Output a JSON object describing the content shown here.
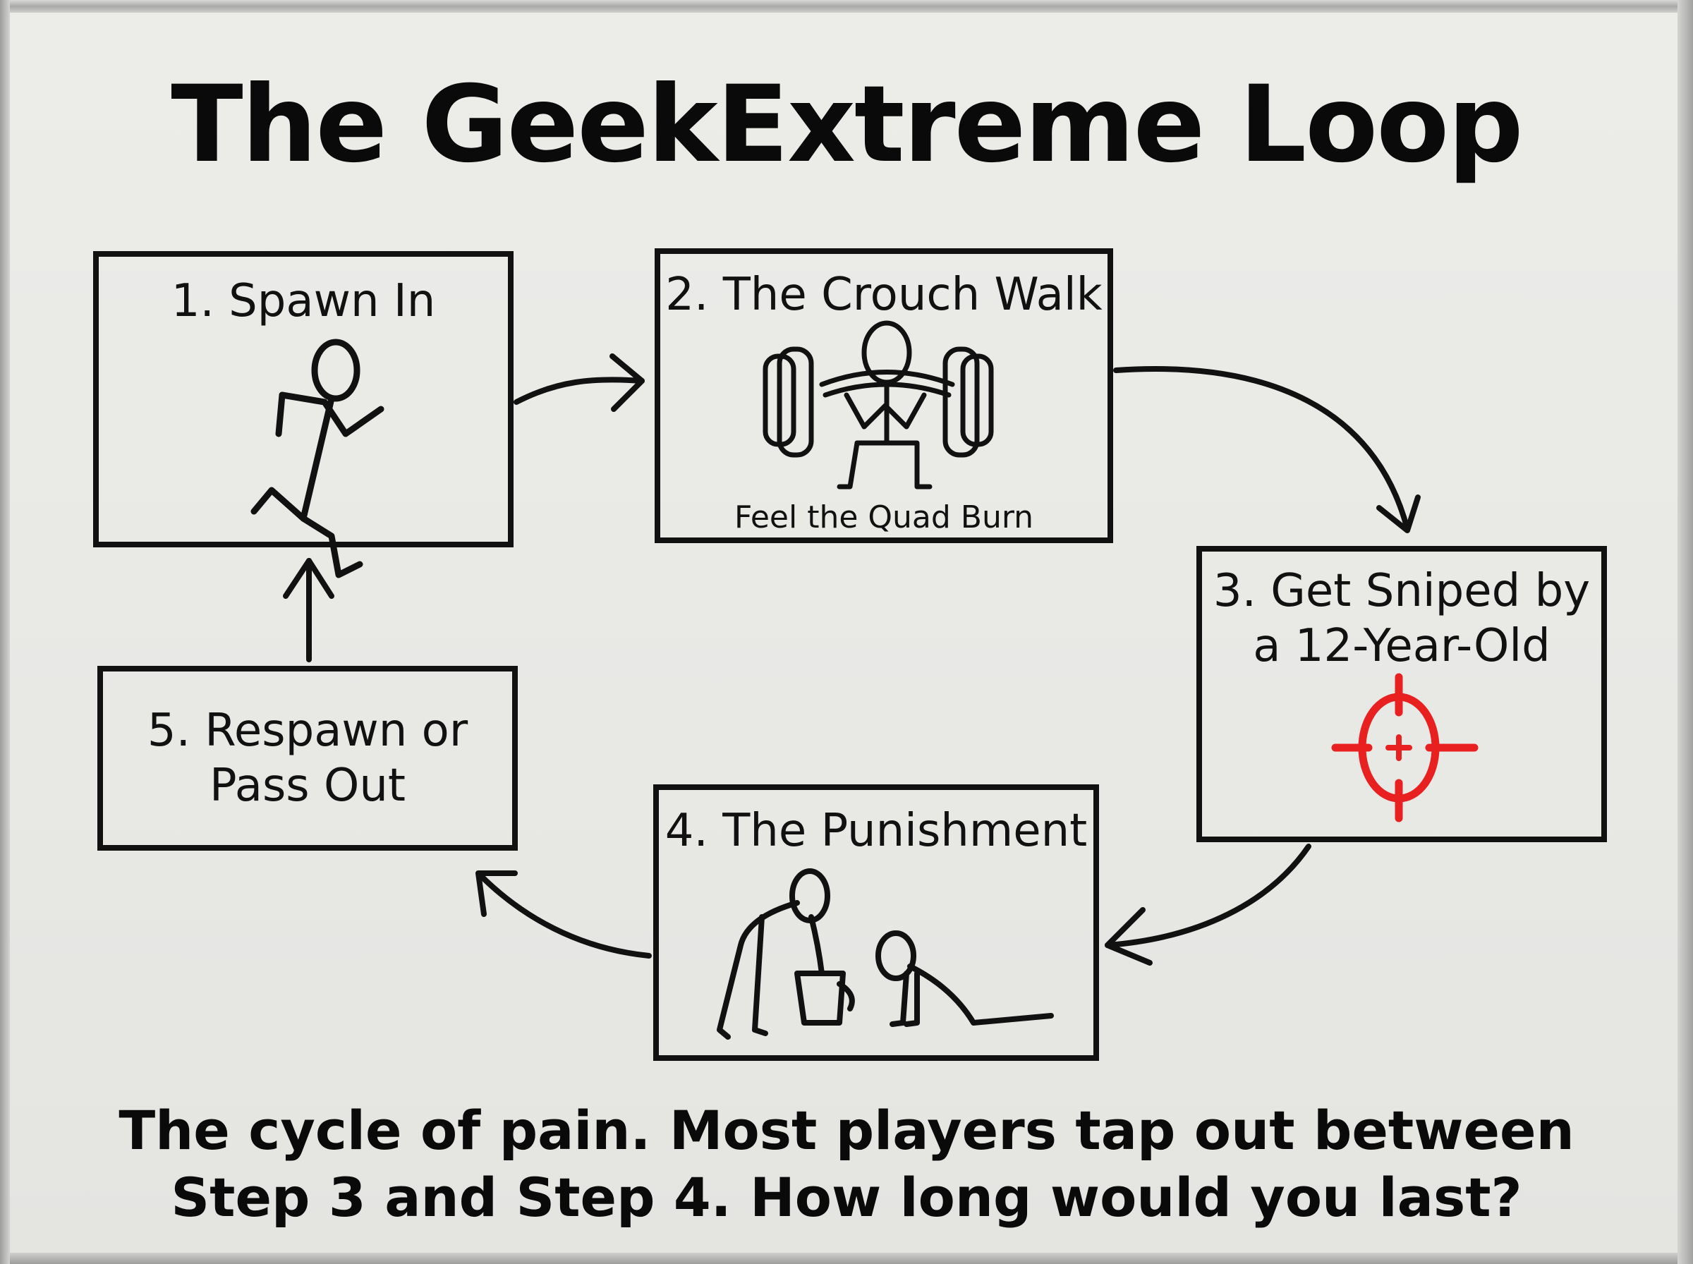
{
  "title": "The GeekExtreme Loop",
  "steps": [
    {
      "label": "1. Spawn In",
      "icon": "running-stick-figure-icon"
    },
    {
      "label": "2. The Crouch Walk",
      "caption": "Feel the Quad Burn",
      "icon": "squatting-barbell-stick-figure-icon"
    },
    {
      "label": "3. Get Sniped by a 12-Year-Old",
      "line1": "3. Get Sniped by",
      "line2": "a 12-Year-Old",
      "icon": "crosshair-icon"
    },
    {
      "label": "4. The Punishment",
      "icon": "vomiting-and-collapsed-stick-figures-icon"
    },
    {
      "label": "5. Respawn or Pass Out",
      "line1": "5. Respawn or",
      "line2": "Pass Out"
    }
  ],
  "footer": {
    "line1": "The cycle of pain. Most players tap out between",
    "line2": "Step 3 and Step 4. How long would you last?"
  },
  "colors": {
    "ink": "#111111",
    "crosshair": "#e82020",
    "board": "#ebebe8"
  }
}
